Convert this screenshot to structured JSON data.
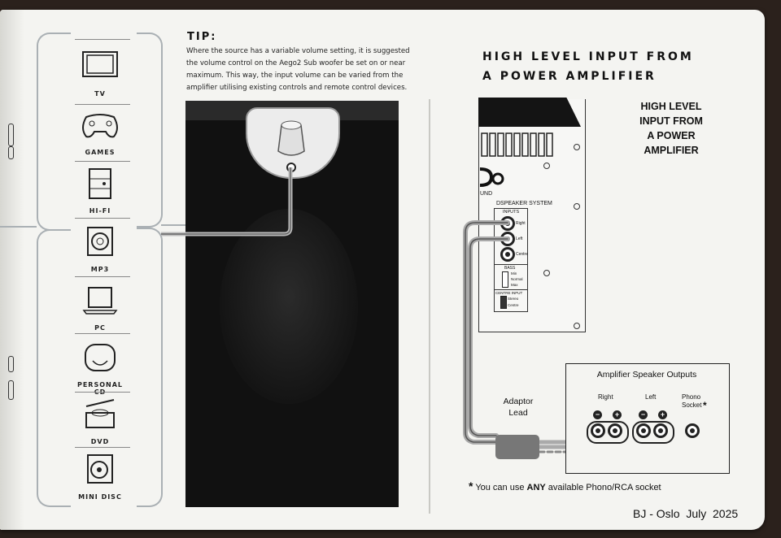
{
  "tip": {
    "title": "TIP:",
    "lines": [
      "Where the source has a variable volume setting, it is suggested",
      "the volume control on the Aego2 Sub woofer be set on or near",
      "maximum. This way, the input volume can be varied from the",
      "amplifier utilising existing controls and remote control devices."
    ]
  },
  "devices": [
    {
      "label": "TV",
      "icon": "tv-icon"
    },
    {
      "label": "GAMES",
      "icon": "gamepad-icon"
    },
    {
      "label": "HI-FI",
      "icon": "hifi-icon"
    },
    {
      "label": "MP3",
      "icon": "mp3-player-icon"
    },
    {
      "label": "PC",
      "icon": "laptop-icon"
    },
    {
      "label": "PERSONAL CD",
      "icon": "cd-player-icon"
    },
    {
      "label": "DVD",
      "icon": "dvd-player-icon"
    },
    {
      "label": "MINI DISC",
      "icon": "minidisc-icon"
    }
  ],
  "right": {
    "title_line1": "HIGH LEVEL INPUT FROM",
    "title_line2": "A POWER AMPLIFIER",
    "label": [
      "HIGH LEVEL",
      "INPUT FROM",
      "A POWER",
      "AMPLIFIER"
    ],
    "panel": {
      "brand": "UND",
      "system": "DSPEAKER SYSTEM",
      "inputs": "INPUTS",
      "right": "Right",
      "left": "Left",
      "centre": "Centre",
      "bass": "BASS",
      "bass_opts": [
        "Min",
        "Normal",
        "Max"
      ],
      "centre_input": "CENTRE INPUT",
      "centre_opts": [
        "Stereo",
        "Centre"
      ]
    },
    "amp_title": "Amplifier Speaker Outputs",
    "amp_right": "Right",
    "amp_left": "Left",
    "phono": [
      "Phono",
      "Socket"
    ],
    "adaptor": [
      "Adaptor",
      "Lead"
    ],
    "footnote_pre": "You can use ",
    "footnote_bold": "ANY",
    "footnote_post": " available Phono/RCA socket"
  },
  "credit": "BJ - Oslo  July  2025"
}
